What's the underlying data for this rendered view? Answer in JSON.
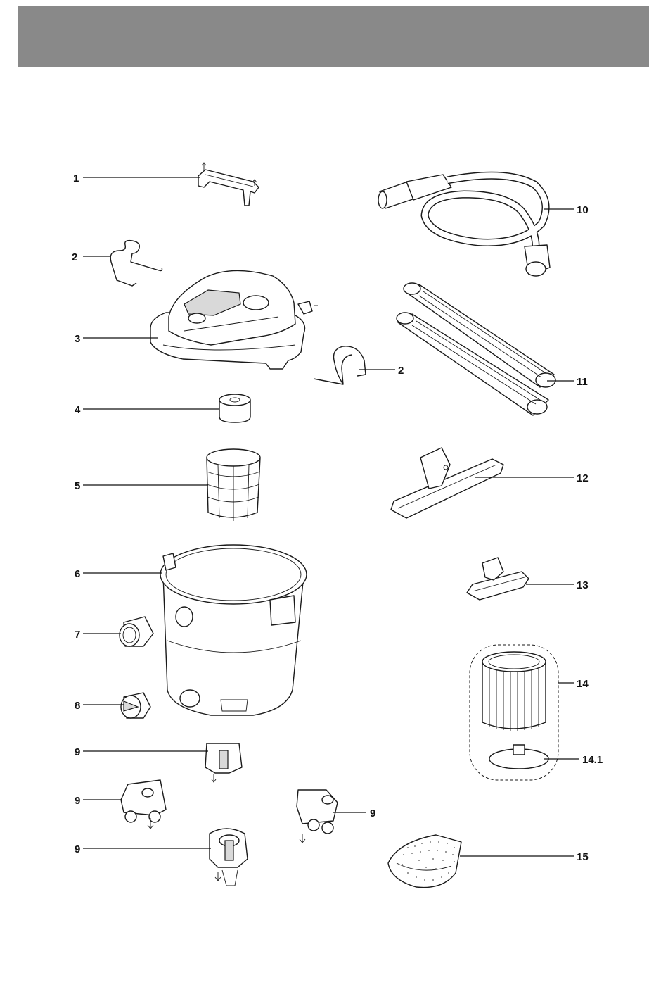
{
  "header": {
    "band_color": "#898989"
  },
  "parts": [
    {
      "id": "handle",
      "label": "1"
    },
    {
      "id": "hose-clip-left",
      "label": "2"
    },
    {
      "id": "power-head",
      "label": "3"
    },
    {
      "id": "foam-filter",
      "label": "4"
    },
    {
      "id": "filter-cage",
      "label": "5"
    },
    {
      "id": "drum",
      "label": "6"
    },
    {
      "id": "inlet-adapter",
      "label": "7"
    },
    {
      "id": "drain-cap",
      "label": "8"
    },
    {
      "id": "caster-top",
      "label": "9"
    },
    {
      "id": "caster-left",
      "label": "9"
    },
    {
      "id": "caster-right",
      "label": "9"
    },
    {
      "id": "caster-bottom",
      "label": "9"
    },
    {
      "id": "hose",
      "label": "10"
    },
    {
      "id": "extension-wands",
      "label": "11"
    },
    {
      "id": "floor-nozzle",
      "label": "12"
    },
    {
      "id": "utility-nozzle",
      "label": "13"
    },
    {
      "id": "cartridge-filter",
      "label": "14"
    },
    {
      "id": "filter-lid",
      "label": "14.1"
    },
    {
      "id": "hose-clip-right",
      "label": "2"
    },
    {
      "id": "dust-bag",
      "label": "15"
    }
  ]
}
